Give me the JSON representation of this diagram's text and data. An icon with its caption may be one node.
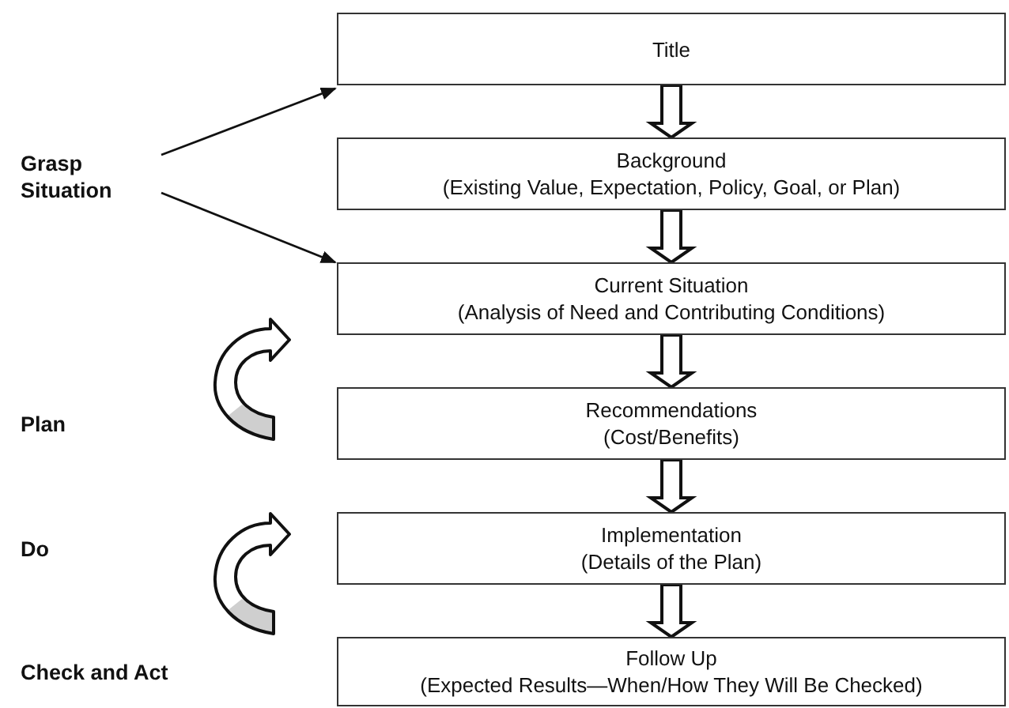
{
  "diagram": {
    "nodes": [
      {
        "text": [
          "Title"
        ]
      },
      {
        "text": [
          "Background",
          "(Existing Value, Expectation, Policy, Goal, or Plan)"
        ]
      },
      {
        "text": [
          "Current Situation",
          "(Analysis of Need and Contributing Conditions)"
        ]
      },
      {
        "text": [
          "Recommendations",
          "(Cost/Benefits)"
        ]
      },
      {
        "text": [
          "Implementation",
          "(Details of the Plan)"
        ]
      },
      {
        "text": [
          "Follow Up",
          "(Expected Results—When/How They Will Be Checked)"
        ]
      },
      {
        "text": [
          "Grasp Situation"
        ]
      }
    ],
    "edges": [
      {
        "from": 6,
        "to": 0,
        "arrow": "to"
      },
      {
        "from": 6,
        "to": 2,
        "arrow": "to"
      },
      {
        "from": 0,
        "to": 1,
        "arrow": "to"
      },
      {
        "from": 1,
        "to": 2,
        "arrow": "to"
      },
      {
        "from": 2,
        "to": 3,
        "arrow": "to"
      },
      {
        "from": 3,
        "to": 4,
        "arrow": "to"
      },
      {
        "from": 4,
        "to": 5,
        "arrow": "to"
      }
    ],
    "labels": [
      "Plan",
      "Do",
      "Check and Act"
    ]
  }
}
